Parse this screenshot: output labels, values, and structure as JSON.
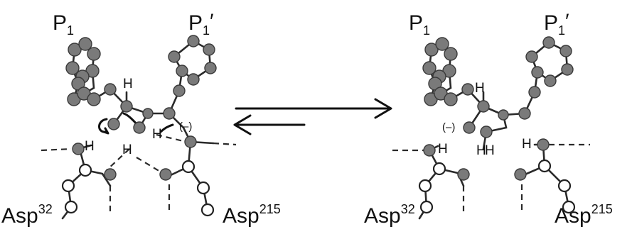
{
  "left_panel": {
    "p1_label": "P",
    "p1_sub": "1",
    "p1prime_label": "P",
    "p1prime_sub": "1",
    "p1prime_mark": "′",
    "asp32_label": "Asp",
    "asp32_sup": "32",
    "asp215_label": "Asp",
    "asp215_sup": "215",
    "hydrogens": [
      "H",
      "H",
      "H",
      "H"
    ],
    "charge": "(–)"
  },
  "right_panel": {
    "p1_label": "P",
    "p1_sub": "1",
    "p1prime_label": "P",
    "p1prime_sub": "1",
    "p1prime_mark": "′",
    "asp32_label": "Asp",
    "asp32_sup": "32",
    "asp215_label": "Asp",
    "asp215_sup": "215",
    "hydrogens": [
      "H",
      "H",
      "H",
      "H",
      "H"
    ],
    "charge": "(–)"
  },
  "colors": {
    "carbon": "#7a7a7a",
    "oxygen": "#ffffff",
    "bond": "#2a2a2a"
  },
  "icons": [
    "equilibrium-arrows-icon",
    "curved-electron-arrow-icon"
  ]
}
